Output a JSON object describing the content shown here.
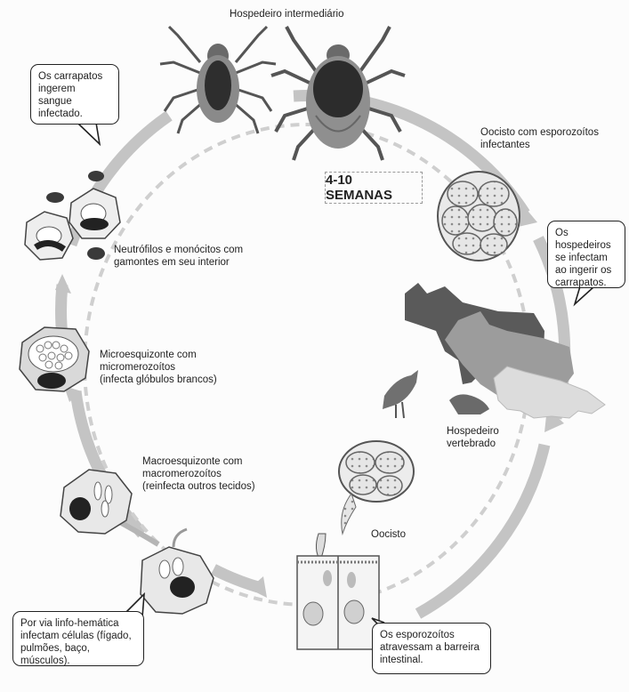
{
  "title": "Hospedeiro intermediário",
  "duration_label": "4-10 SEMANAS",
  "callouts": {
    "ticks_ingest": "Os carrapatos\ningerem sangue\ninfectado.",
    "hosts_infected": "Os hospedeiros\nse infectam\nao ingerir os\ncarrapatos.",
    "lympho_route": "Por via linfo-hemática\ninfectam células (fígado,\npulmões, baço, músculos).",
    "sporozoites_cross": "Os esporozoítos\natravessam a barreira\nintestinal."
  },
  "labels": {
    "oocyst_sporozoites": "Oocisto com esporozoítos\ninfectantes",
    "vertebrate_host": "Hospedeiro\nvertebrado",
    "oocyst": "Oocisto",
    "neutrophils": "Neutrófilos e monócitos com\ngamontes em seu interior",
    "microschizont": "Microesquizonte com\nmicromerozoítos\n(infecta glóbulos brancos)",
    "macroschizont": "Macroesquizonte com\nmacromerozoítos\n(reinfecta outros tecidos)"
  },
  "colors": {
    "cycle_arrow": "#bdbdbd",
    "dashed_ring": "#c8c8c8",
    "tick_body": "#3a3a3a",
    "dog_dark": "#5c5c5c",
    "dog_mid": "#9b9b9b",
    "dog_light": "#d6d6d6"
  }
}
